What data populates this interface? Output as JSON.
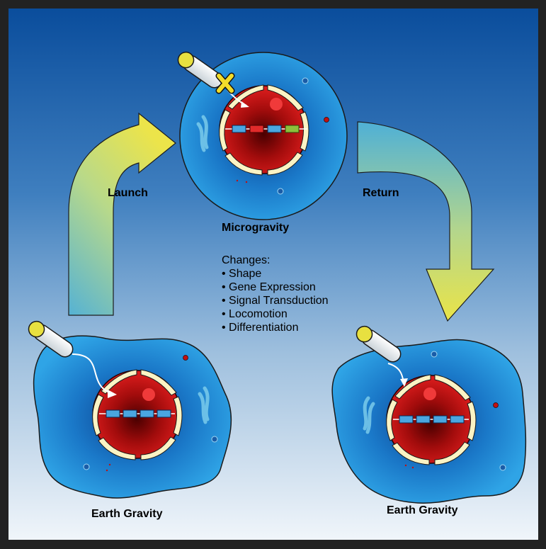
{
  "labels": {
    "launch": "Launch",
    "return": "Return",
    "microgravity": "Microgravity",
    "earth_left": "Earth Gravity",
    "earth_right": "Earth Gravity"
  },
  "changes": {
    "heading": "Changes:",
    "items": [
      "Shape",
      "Gene Expression",
      "Signal Transduction",
      "Locomotion",
      "Differentiation"
    ]
  },
  "colors": {
    "frame": "#222222",
    "bg_top": "#0a4fa0",
    "bg_bottom": "#f2f6fa",
    "cell": "#1e8fd8",
    "nucleus": "#d01818",
    "envelope": "#fbf3c4",
    "arrow_top": "#e6e24a",
    "arrow_bottom": "#5ab3d2",
    "receptor": "#e8e040"
  }
}
